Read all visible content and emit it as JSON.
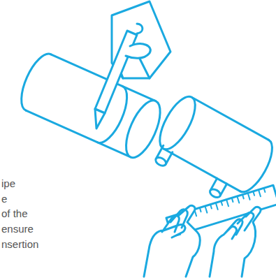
{
  "diagram": {
    "labels": [
      "ipe",
      "e",
      "of the",
      "ensure",
      "nsertion"
    ]
  }
}
